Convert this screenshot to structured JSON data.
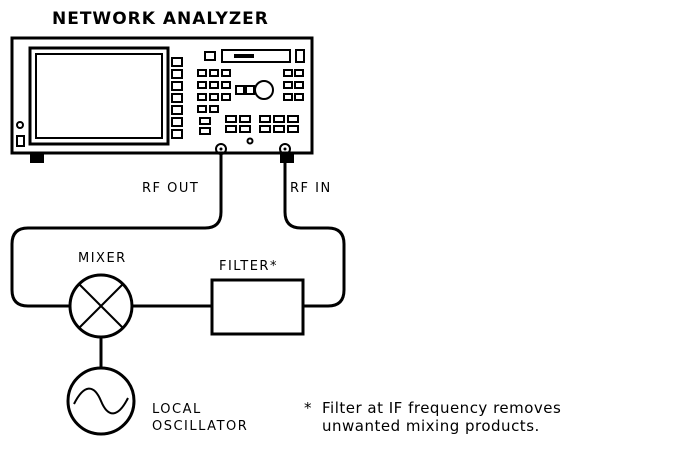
{
  "analyzer": {
    "title": "NETWORK ANALYZER"
  },
  "ports": {
    "rf_out": "RF OUT",
    "rf_in": "RF IN"
  },
  "mixer": {
    "label": "MIXER"
  },
  "filter": {
    "label": "FILTER*"
  },
  "oscillator": {
    "line1": "LOCAL",
    "line2": "OSCILLATOR"
  },
  "note": {
    "star": "*",
    "line1": "Filter at IF frequency removes",
    "line2": "unwanted mixing products."
  }
}
